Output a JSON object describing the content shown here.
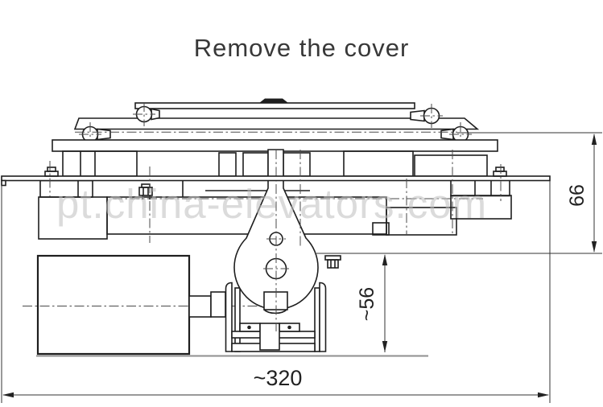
{
  "title": "Remove the cover",
  "watermark": "pt.china-elevators.com",
  "dimensions": {
    "overall_width": "~320",
    "right_height": "66",
    "pulley_height": "~56"
  },
  "colors": {
    "line": "#1e1e1e",
    "dimension_line": "#333333",
    "watermark": "#bfbfbf",
    "baseline_gray": "#8f8f8f",
    "background": "#ffffff"
  }
}
